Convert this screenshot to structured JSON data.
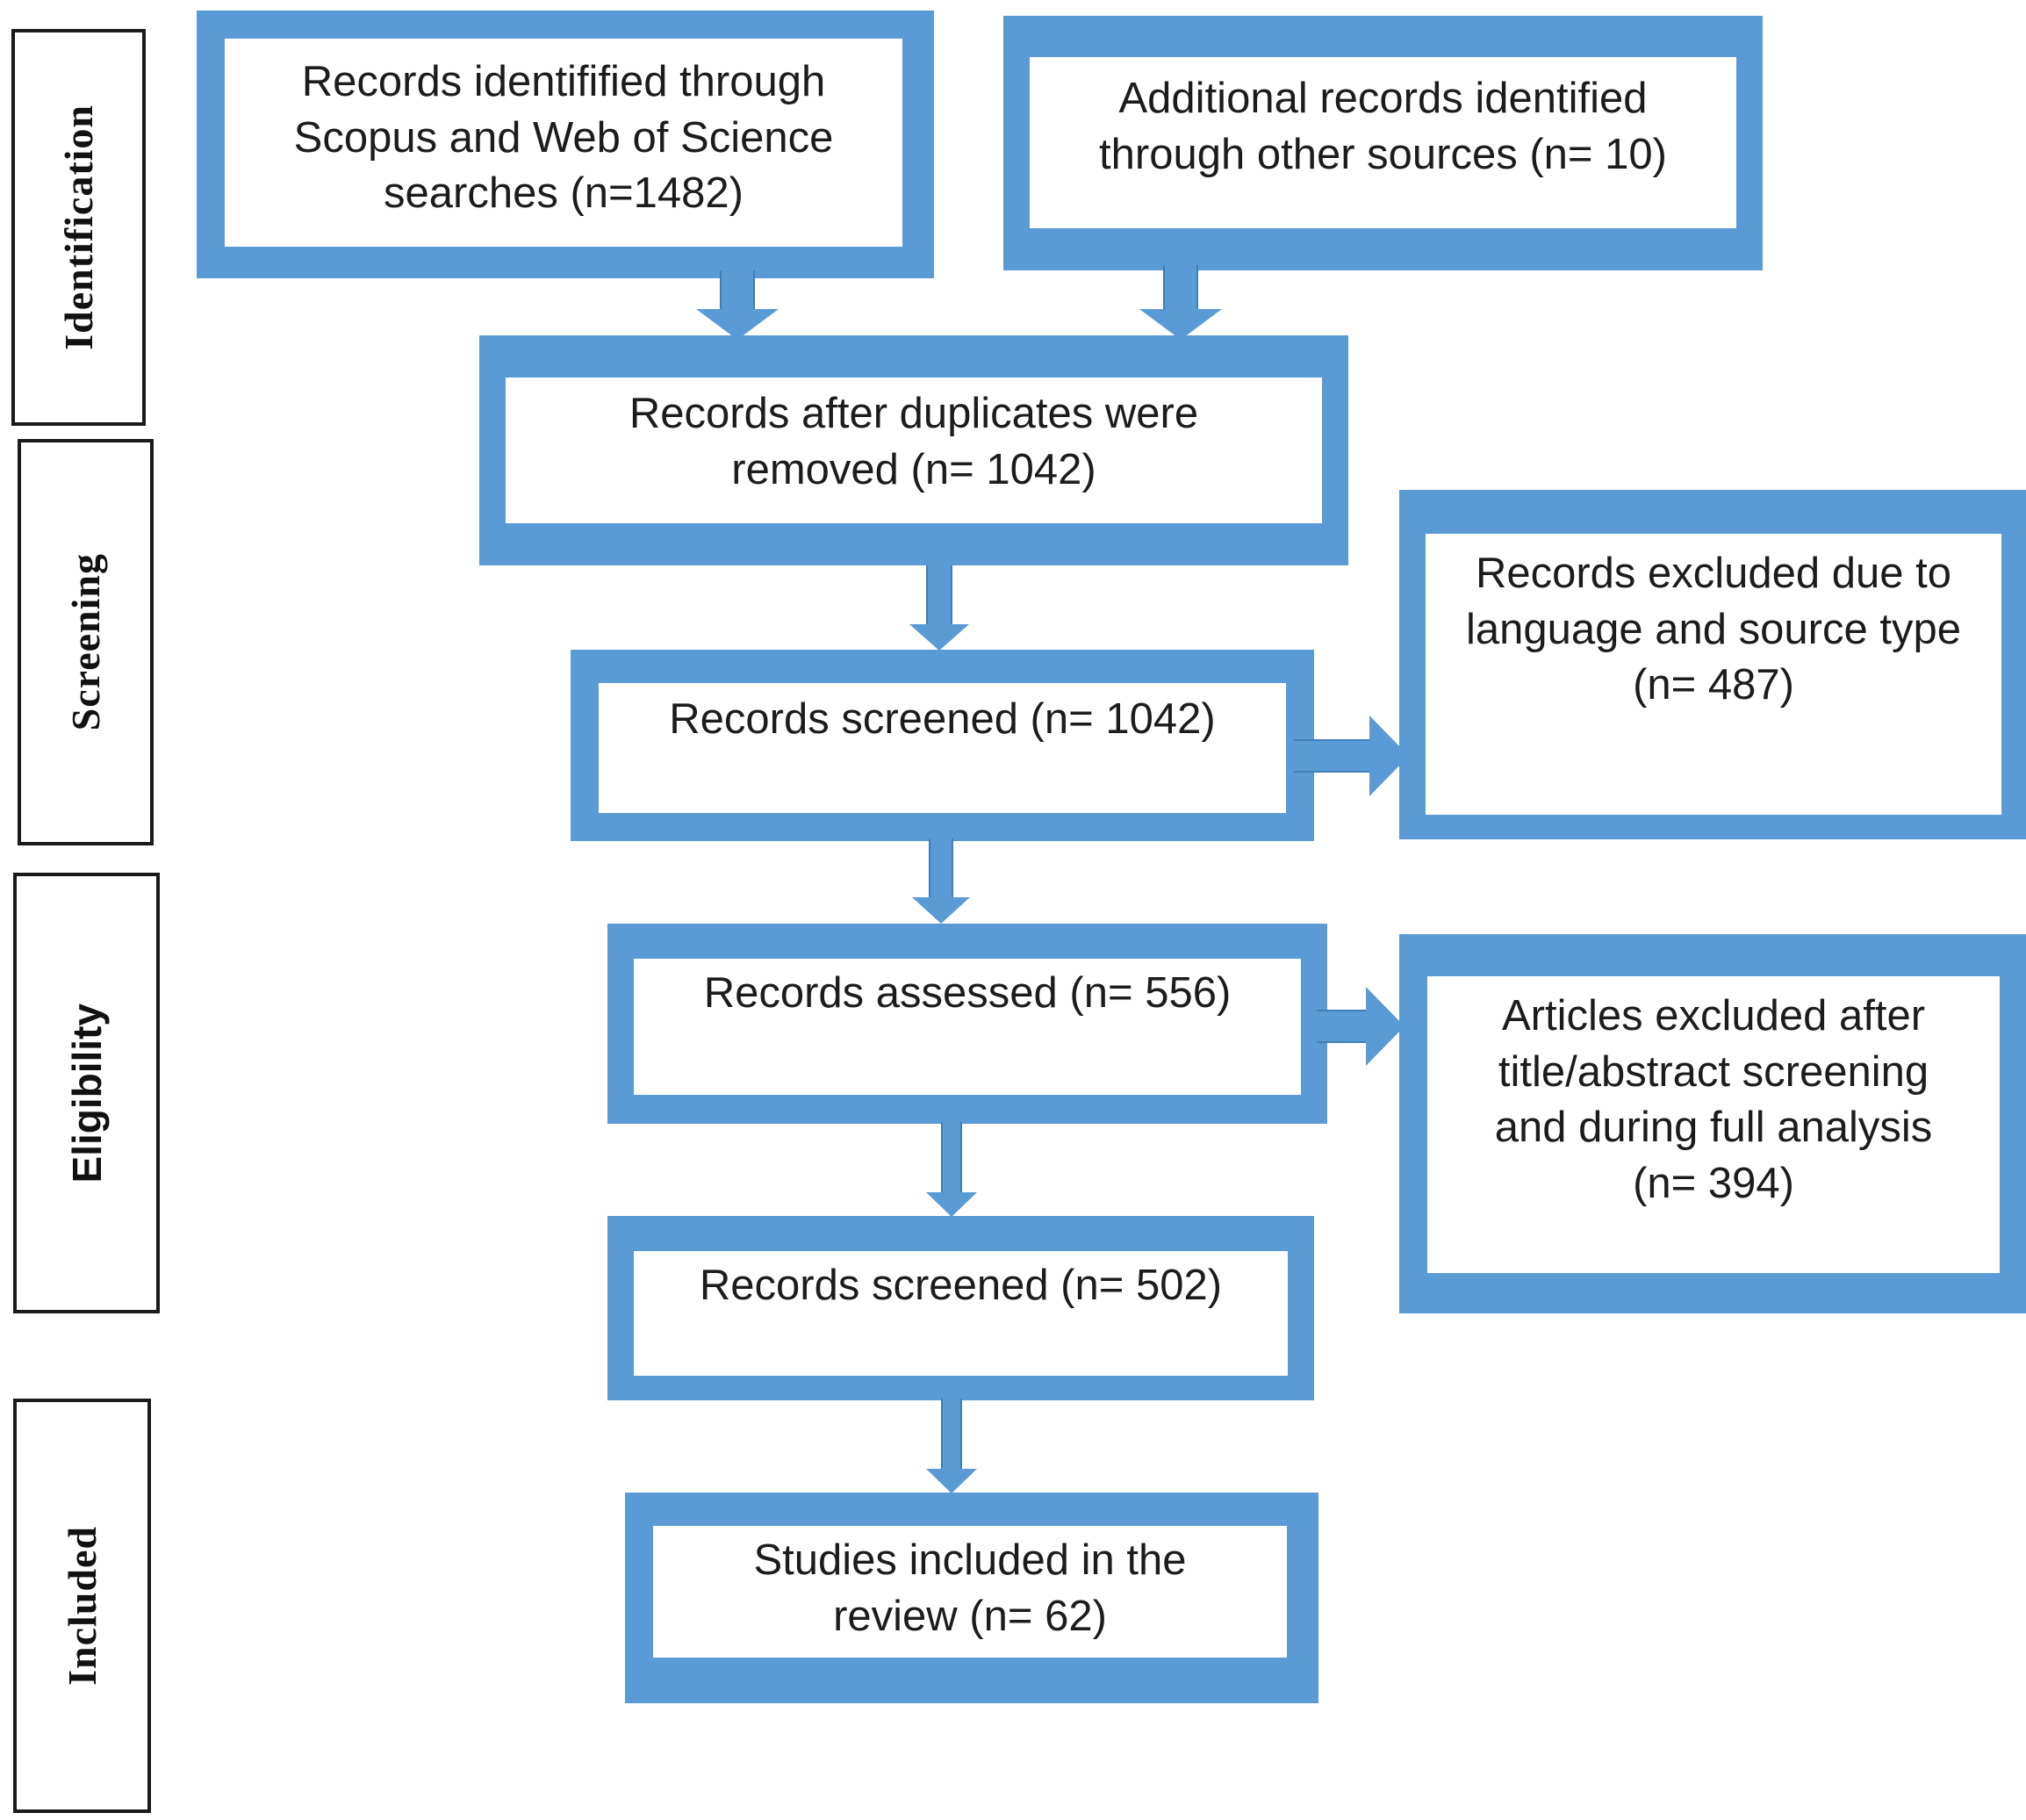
{
  "diagram": {
    "type": "prisma-flow-diagram",
    "accent_color": "#5B9BD5",
    "border_color": "#1a1a1a",
    "background": "#ffffff"
  },
  "stages": [
    {
      "id": "identification",
      "label": "Identification"
    },
    {
      "id": "screening",
      "label": "Screening"
    },
    {
      "id": "eligibility",
      "label": "Eligibility"
    },
    {
      "id": "included",
      "label": "Included"
    }
  ],
  "boxes": {
    "records_identified": {
      "line1": "Records identifified through",
      "line2": "Scopus and Web of Science",
      "line3": "searches (n=1482)",
      "count": 1482
    },
    "additional_records": {
      "line1": "Additional records identified",
      "line2": "through other sources (n= 10)",
      "count": 10
    },
    "after_duplicates": {
      "line1": "Records after duplicates were",
      "line2": "removed (n= 1042)",
      "count": 1042
    },
    "records_screened_1": {
      "line1": "Records screened (n= 1042)",
      "count": 1042
    },
    "records_excluded": {
      "line1": "Records excluded due to",
      "line2": "language and source type",
      "line3": "(n= 487)",
      "count": 487
    },
    "records_assessed": {
      "line1": "Records assessed (n= 556)",
      "count": 556
    },
    "articles_excluded": {
      "line1": "Articles excluded after",
      "line2": "title/abstract screening",
      "line3": "and during full analysis",
      "line4": "(n= 394)",
      "count": 394
    },
    "records_screened_2": {
      "line1": "Records screened (n= 502)",
      "count": 502
    },
    "studies_included": {
      "line1": "Studies included in the",
      "line2": "review (n= 62)",
      "count": 62
    }
  },
  "arrows": [
    {
      "id": "identified-to-duplicates",
      "direction": "down",
      "from": "records_identified",
      "to": "after_duplicates"
    },
    {
      "id": "additional-to-duplicates",
      "direction": "down",
      "from": "additional_records",
      "to": "after_duplicates"
    },
    {
      "id": "duplicates-to-screened1",
      "direction": "down",
      "from": "after_duplicates",
      "to": "records_screened_1"
    },
    {
      "id": "screened1-to-excluded",
      "direction": "right",
      "from": "records_screened_1",
      "to": "records_excluded"
    },
    {
      "id": "screened1-to-assessed",
      "direction": "down",
      "from": "records_screened_1",
      "to": "records_assessed"
    },
    {
      "id": "assessed-to-articles-excluded",
      "direction": "right",
      "from": "records_assessed",
      "to": "articles_excluded"
    },
    {
      "id": "assessed-to-screened2",
      "direction": "down",
      "from": "records_assessed",
      "to": "records_screened_2"
    },
    {
      "id": "screened2-to-included",
      "direction": "down",
      "from": "records_screened_2",
      "to": "studies_included"
    }
  ]
}
